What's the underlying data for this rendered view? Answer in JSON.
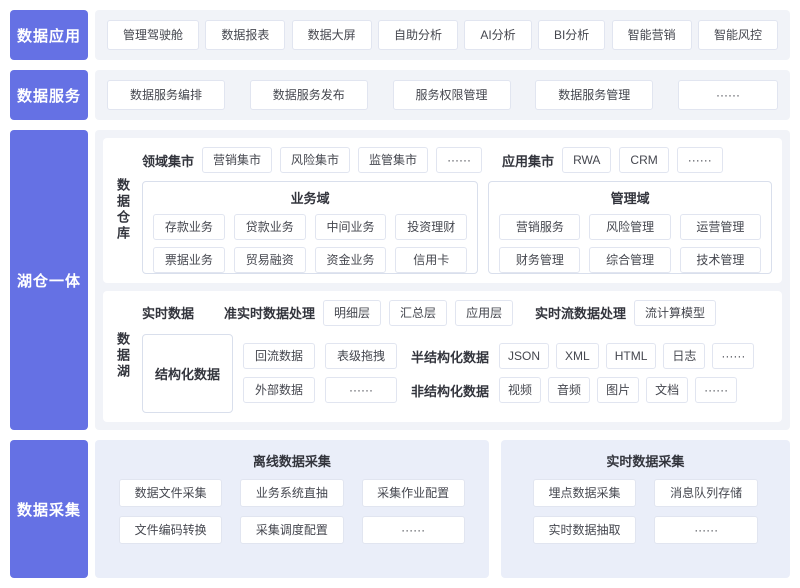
{
  "palette": {
    "accent_purple": "#6571E4",
    "band_background": "#F1F3F8",
    "panel_white": "#FFFFFF",
    "lavender_panel": "#EAEEF9",
    "box_border": "#E1E5F0"
  },
  "apps": {
    "label": "数据应用",
    "items": [
      "管理驾驶舱",
      "数据报表",
      "数据大屏",
      "自助分析",
      "AI分析",
      "BI分析",
      "智能营销",
      "智能风控"
    ]
  },
  "services": {
    "label": "数据服务",
    "items": [
      "数据服务编排",
      "数据服务发布",
      "服务权限管理",
      "数据服务管理",
      "······"
    ]
  },
  "lakehouse": {
    "label": "湖仓一体",
    "warehouse": {
      "label": "数据仓库",
      "domain_market_label": "领域集市",
      "domain_markets": [
        "营销集市",
        "风险集市",
        "监管集市",
        "······"
      ],
      "app_market_label": "应用集市",
      "app_markets": [
        "RWA",
        "CRM",
        "······"
      ],
      "business": {
        "title": "业务域",
        "items": [
          "存款业务",
          "贷款业务",
          "中间业务",
          "投资理财",
          "票据业务",
          "贸易融资",
          "资金业务",
          "信用卡"
        ]
      },
      "management": {
        "title": "管理域",
        "items": [
          "营销服务",
          "风险管理",
          "运营管理",
          "财务管理",
          "综合管理",
          "技术管理"
        ]
      }
    },
    "lake": {
      "label": "数据湖",
      "realtime_label": "实时数据",
      "near_realtime_label": "准实时数据处理",
      "layers": [
        "明细层",
        "汇总层",
        "应用层"
      ],
      "stream_label": "实时流数据处理",
      "stream_model": "流计算模型",
      "structured": {
        "label": "结构化数据",
        "items": [
          "回流数据",
          "表级拖拽",
          "外部数据",
          "······"
        ]
      },
      "semi_structured": {
        "label": "半结构化数据",
        "items": [
          "JSON",
          "XML",
          "HTML",
          "日志",
          "······"
        ]
      },
      "unstructured": {
        "label": "非结构化数据",
        "items": [
          "视频",
          "音频",
          "图片",
          "文档",
          "······"
        ]
      }
    }
  },
  "collection": {
    "label": "数据采集",
    "offline": {
      "title": "离线数据采集",
      "items": [
        "数据文件采集",
        "业务系统直抽",
        "采集作业配置",
        "文件编码转换",
        "采集调度配置",
        "······"
      ]
    },
    "realtime": {
      "title": "实时数据采集",
      "items": [
        "埋点数据采集",
        "消息队列存储",
        "实时数据抽取",
        "······"
      ]
    }
  }
}
